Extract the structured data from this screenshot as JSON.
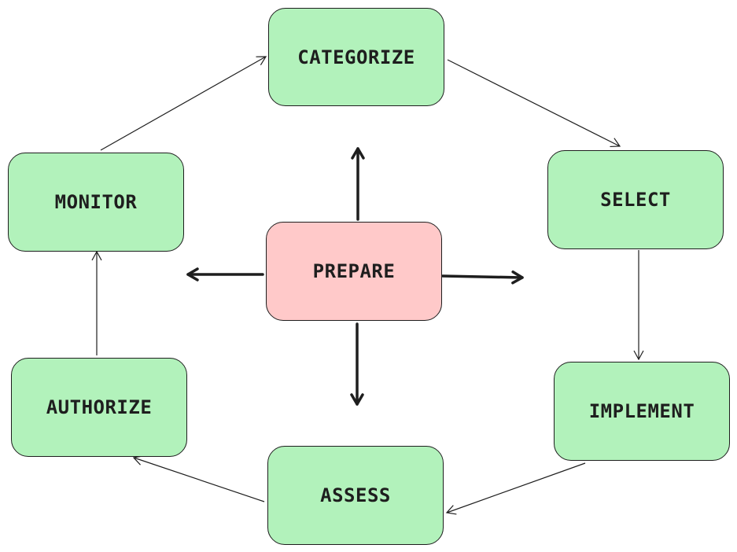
{
  "colors": {
    "step_fill": "#b2f2bb",
    "center_fill": "#ffc9c9",
    "stroke": "#1e1e1e"
  },
  "nodes": {
    "categorize": "CATEGORIZE",
    "select": "SELECT",
    "implement": "IMPLEMENT",
    "assess": "ASSESS",
    "authorize": "AUTHORIZE",
    "monitor": "MONITOR",
    "prepare": "PREPARE"
  }
}
